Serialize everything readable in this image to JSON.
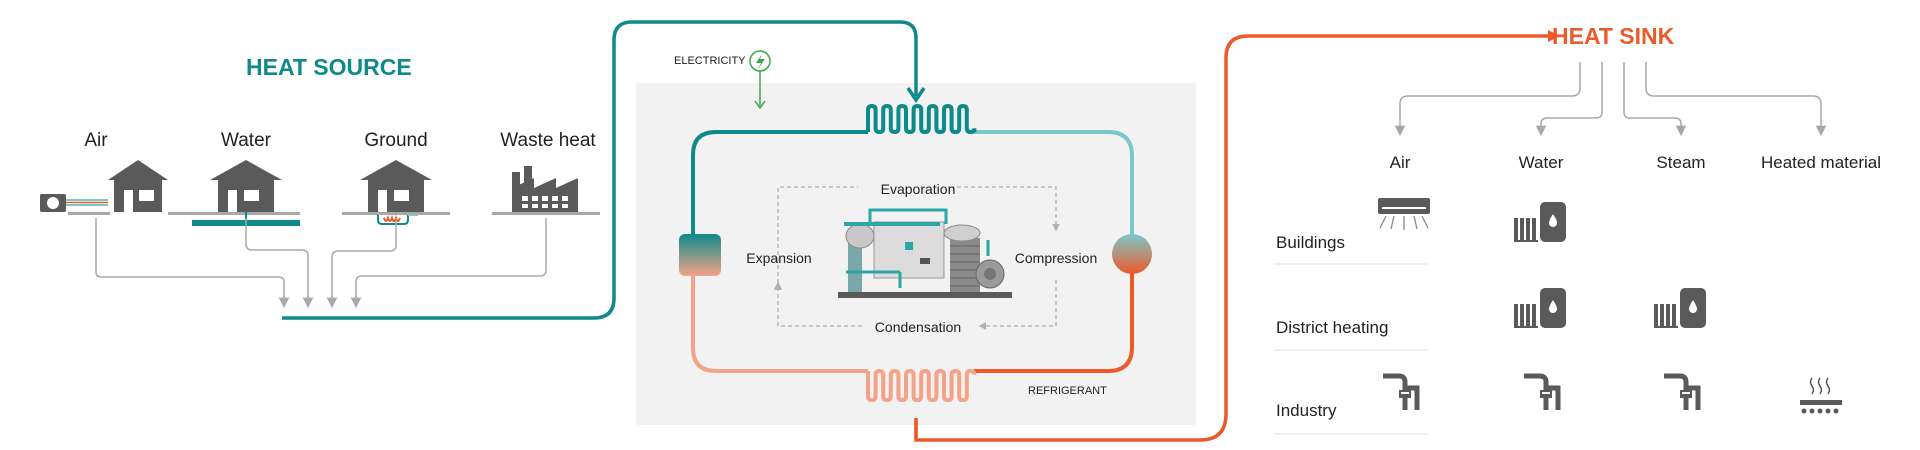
{
  "colors": {
    "teal": "#0e8a8a",
    "teal_light": "#7cc7c8",
    "orange": "#eb5a2b",
    "salmon": "#f3a387",
    "gray_icon": "#5a5a5a",
    "gray_line": "#a8a8a8",
    "panel_bg": "#f2f2f2"
  },
  "heat_source": {
    "title": "HEAT SOURCE",
    "sources": [
      {
        "label": "Air",
        "icon": "house-air-icon"
      },
      {
        "label": "Water",
        "icon": "house-water-icon"
      },
      {
        "label": "Ground",
        "icon": "house-ground-icon"
      },
      {
        "label": "Waste heat",
        "icon": "factory-icon"
      }
    ]
  },
  "cycle": {
    "electricity_label": "ELECTRICITY",
    "electricity_icon": "lightning-icon",
    "refrigerant_label": "REFRIGERANT",
    "steps": {
      "evaporation": "Evaporation",
      "compression": "Compression",
      "condensation": "Condensation",
      "expansion": "Expansion"
    },
    "machine_icon": "heat-pump-machine-icon"
  },
  "heat_sink": {
    "title": "HEAT SINK",
    "columns": [
      "Air",
      "Water",
      "Steam",
      "Heated material"
    ],
    "rows": [
      {
        "label": "Buildings",
        "cells": [
          "air-vent-icon",
          "radiator-tank-icon",
          "",
          ""
        ]
      },
      {
        "label": "District heating",
        "cells": [
          "",
          "radiator-tank-icon",
          "radiator-tank-icon",
          ""
        ]
      },
      {
        "label": "Industry",
        "cells": [
          "pipe-valve-icon",
          "pipe-valve-icon",
          "pipe-valve-icon",
          "heated-plate-icon"
        ]
      }
    ]
  }
}
